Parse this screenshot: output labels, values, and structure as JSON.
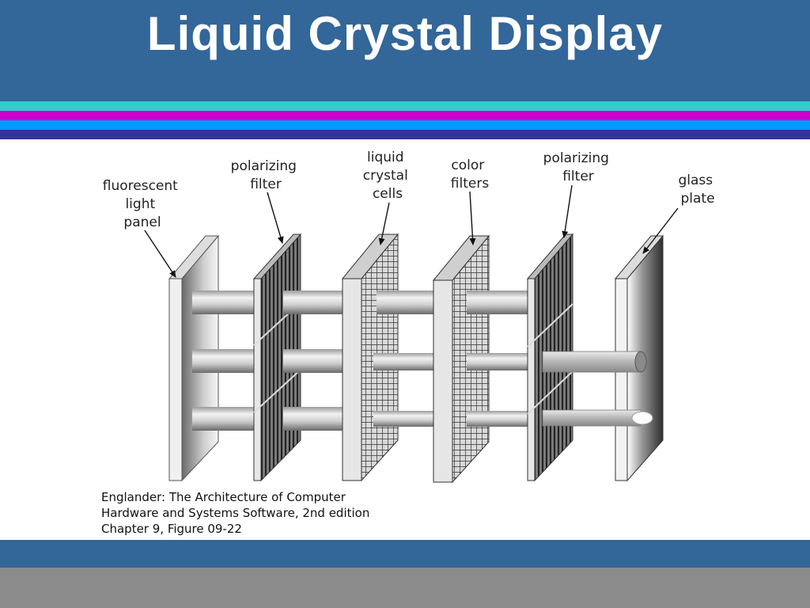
{
  "slide": {
    "title": "Liquid Crystal Display",
    "colors": {
      "header": "#336699",
      "stripe_cyan": "#33cccc",
      "stripe_magenta": "#cc00cc",
      "stripe_blue": "#0099ff",
      "stripe_navy": "#333399",
      "footer_gray": "#8c8c8c"
    }
  },
  "diagram": {
    "labels": {
      "light_panel": [
        "fluorescent",
        "light",
        "panel"
      ],
      "polarizing_filter_1": [
        "polarizing",
        "filter"
      ],
      "liquid_crystal_cells": [
        "liquid",
        "crystal",
        "cells"
      ],
      "color_filters": [
        "color",
        "filters"
      ],
      "polarizing_filter_2": [
        "polarizing",
        "filter"
      ],
      "glass_plate": [
        "glass",
        "plate"
      ]
    },
    "caption": [
      "Englander: The Architecture of Computer",
      "Hardware and Systems Software, 2nd edition",
      "Chapter 9, Figure 09-22"
    ]
  }
}
